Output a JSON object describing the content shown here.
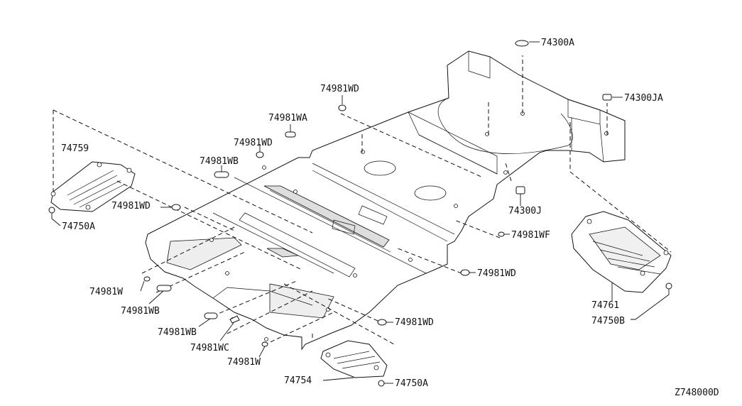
{
  "diagram_code": "Z748000D",
  "labels": {
    "l74300A": "74300A",
    "l74300JA": "74300JA",
    "l74981WD_1": "74981WD",
    "l74981WA": "74981WA",
    "l74981WD_2": "74981WD",
    "l74981WB_1": "74981WB",
    "l74759": "74759",
    "l74981WD_3": "74981WD",
    "l74750A_1": "74750A",
    "l74300J": "74300J",
    "l74981WF": "74981WF",
    "l74981WD_4": "74981WD",
    "l74981W_1": "74981W",
    "l74981WB_2": "74981WB",
    "l74981WD_5": "74981WD",
    "l74981WB_3": "74981WB",
    "l74981WC": "74981WC",
    "l74981W_2": "74981W",
    "l74754": "74754",
    "l74750A_2": "74750A",
    "l74761": "74761",
    "l74750B": "74750B"
  }
}
